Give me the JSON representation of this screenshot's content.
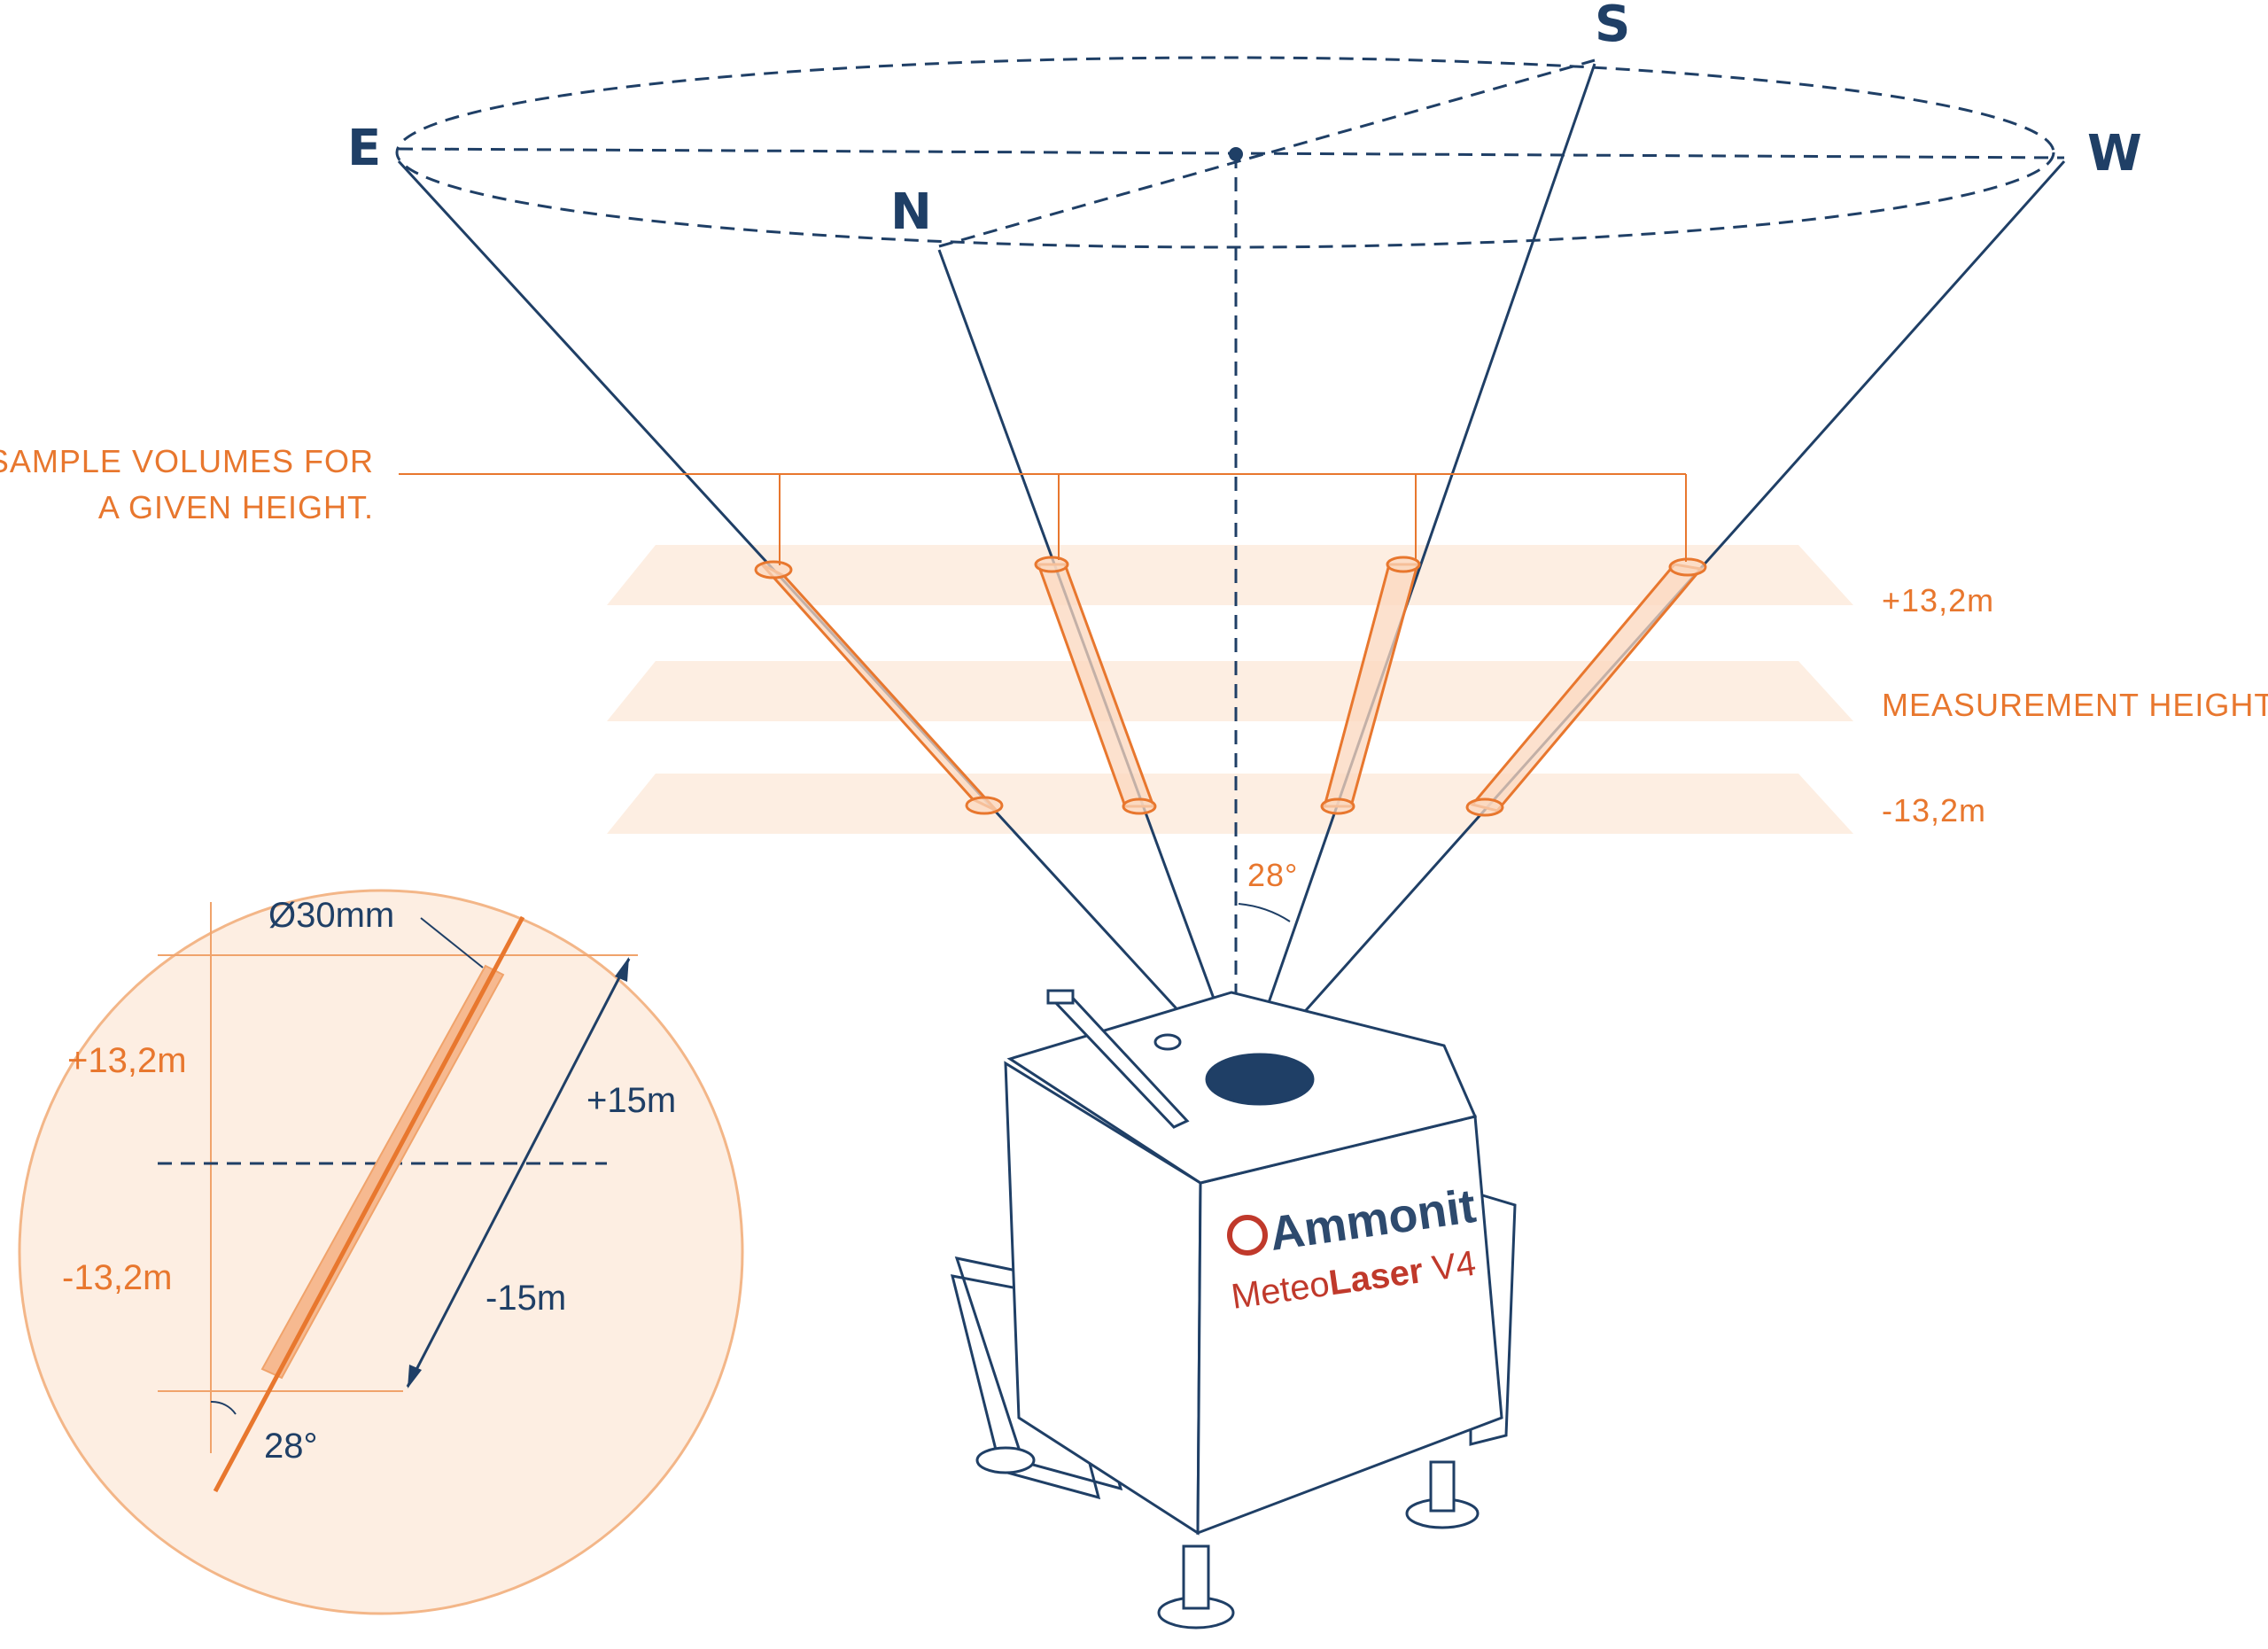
{
  "directions": {
    "north": "N",
    "south": "S",
    "east": "E",
    "west": "W"
  },
  "labels": {
    "sample_volumes_line1": "SAMPLE VOLUMES FOR",
    "sample_volumes_line2": "A GIVEN HEIGHT.",
    "upper_offset": "+13,2m",
    "measurement_height": "MEASUREMENT HEIGHT",
    "lower_offset": "-13,2m",
    "cone_angle": "28°"
  },
  "detail": {
    "diameter": "Ø30mm",
    "plus_height": "+13,2m",
    "minus_height": "-13,2m",
    "plus_range": "+15m",
    "minus_range": "-15m",
    "angle": "28°"
  },
  "device": {
    "brand": "Ammonit",
    "model_prefix": "Meteo",
    "model_bold": "Laser",
    "model_suffix": " V4"
  },
  "colors": {
    "navy": "#1f3f66",
    "orange": "#e8772e",
    "peach": "#fbe3d0",
    "brand_red": "#c0392b"
  }
}
